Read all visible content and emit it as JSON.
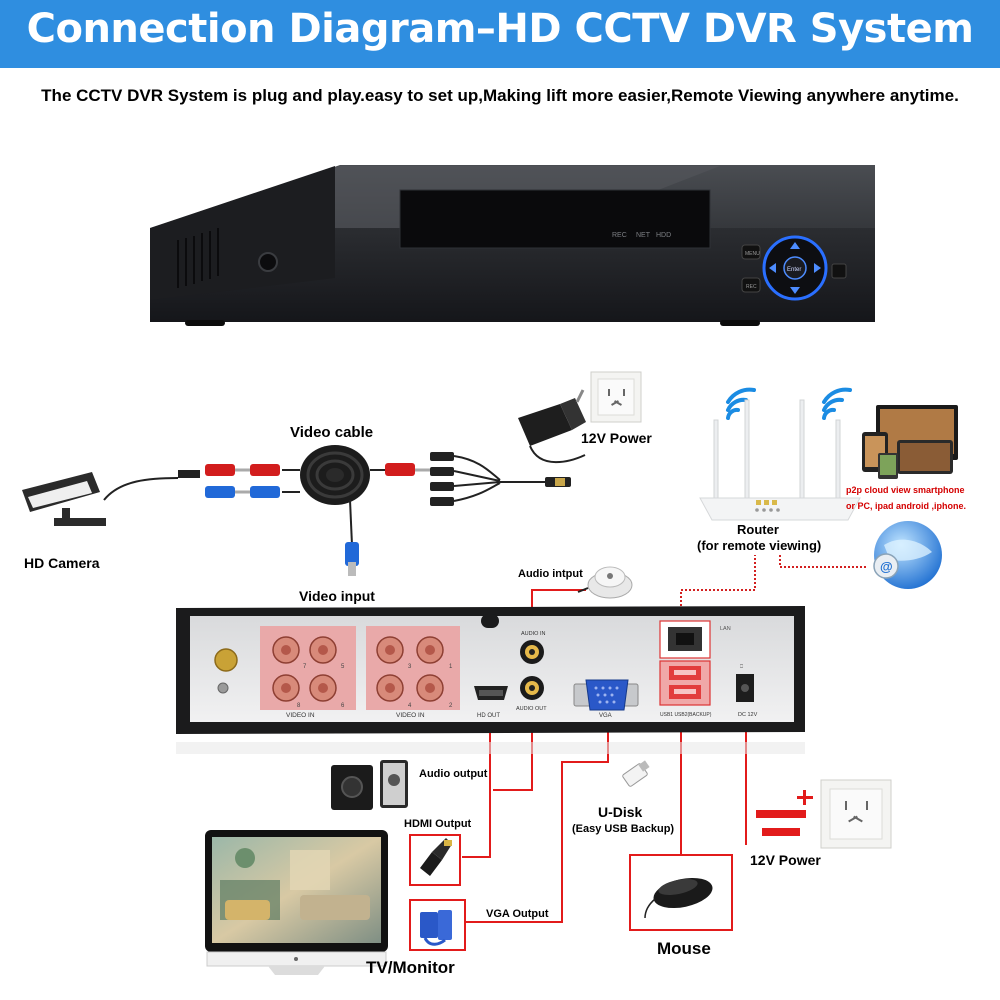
{
  "header": {
    "title": "Connection Diagram–HD CCTV DVR System",
    "subtitle": "The CCTV DVR System is plug and play.easy to set up,Making lift more easier,Remote Viewing anywhere anytime."
  },
  "colors": {
    "banner": "#2f8ee0",
    "cable": "#e21b1b",
    "router_link": "#d32020"
  },
  "dvr_front": {
    "indicators": [
      "REC",
      "NET",
      "HDD"
    ],
    "buttons": [
      "MENU",
      "REC"
    ],
    "dial_center": "Enter"
  },
  "labels": {
    "video_cable": "Video cable",
    "power_top": "12V Power",
    "hd_camera": "HD Camera",
    "video_input": "Video input",
    "audio_input": "Audio intput",
    "router": "Router",
    "router_note": "(for remote viewing)",
    "p2p_line1": "p2p cloud  view smartphone",
    "p2p_line2": "or PC, ipad android ,iphone.",
    "audio_output": "Audio output",
    "hdmi_output": "HDMI Output",
    "vga_output": "VGA Output",
    "udisk": "U-Disk",
    "udisk_note": "(Easy USB Backup)",
    "power_bottom": "12V Power",
    "mouse": "Mouse",
    "tv_monitor": "TV/Monitor"
  },
  "panel": {
    "video_in": "VIDEO IN",
    "audio_in": "AUDIO IN",
    "audio_out": "AUDIO OUT",
    "hd_out": "HD OUT",
    "vga": "VGA",
    "lan": "LAN",
    "usb": "USB1  USB2(BACKUP)",
    "dc": "DC 12V",
    "bnc_numbers": [
      "7",
      "5",
      "3",
      "1",
      "8",
      "6",
      "4",
      "2"
    ]
  }
}
